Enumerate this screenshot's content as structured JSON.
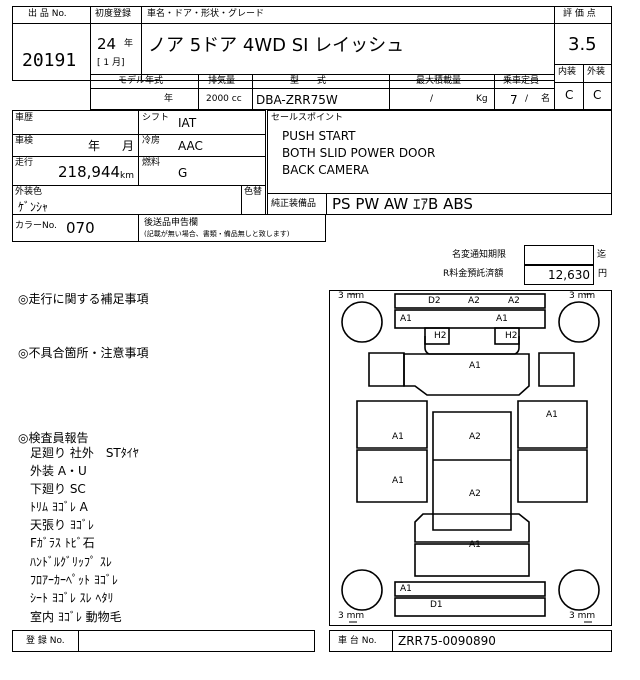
{
  "header": {
    "lot_label": "出 品 No.",
    "lot_number": "20191",
    "reg_label": "初度登録",
    "reg_year": "24",
    "reg_year_unit": "年",
    "reg_month": "[ 1 月]",
    "name_label": "車名・ドア・形状・グレード",
    "car_name": "ノア 5ドア 4WD SI レイッシュ",
    "score_label": "評 価 点",
    "score": "3.5",
    "interior_label": "内装",
    "exterior_label": "外装",
    "interior_grade": "C",
    "exterior_grade": "C"
  },
  "specs": {
    "model_year_label": "モデル年式",
    "model_year_unit": "年",
    "displacement_label": "排気量",
    "displacement": "2000 cc",
    "type_label": "型　　式",
    "type_value": "DBA-ZRR75W",
    "load_label": "最大積載量",
    "load_value": "/",
    "load_unit": "Kg",
    "capacity_label": "乗車定員",
    "capacity_value": "7",
    "capacity_sep": "/",
    "capacity_unit": "名"
  },
  "details": {
    "history_label": "車歴",
    "shift_label": "シフト",
    "shift_value": "IAT",
    "inspection_label": "車検",
    "inspection_year_unit": "年",
    "inspection_month_unit": "月",
    "ac_label": "冷房",
    "ac_value": "AAC",
    "mileage_label": "走行",
    "mileage_value": "218,944",
    "mileage_unit": "km",
    "fuel_label": "燃料",
    "fuel_value": "G",
    "color_label": "外装色",
    "color_value": "ｹﾞﾝｼｬ",
    "color_change_label": "色替",
    "color_no_label": "カラーNo.",
    "color_no_value": "070",
    "docs_label": "後送品申告欄",
    "docs_note": "(記載が無い場合、書類・備品無しと致します)"
  },
  "sales_points": {
    "label": "セールスポイント",
    "lines": [
      "PUSH START",
      "BOTH SLID POWER DOOR",
      "BACK CAMERA"
    ]
  },
  "equipment": {
    "label": "純正装備品",
    "value": "PS PW AW ｴｱB ABS"
  },
  "fees": {
    "name_change_label": "名変通知期限",
    "name_change_unit": "迄",
    "recycle_label": "R料金預託済額",
    "recycle_value": "12,630",
    "recycle_unit": "円"
  },
  "notes": {
    "driving_label": "◎走行に関する補足事項",
    "defects_label": "◎不具合箇所・注意事項",
    "inspector_label": "◎検査員報告",
    "inspector_lines": [
      "足廻り 社外　STﾀｲﾔ",
      "外装 A・U",
      "下廻り SC",
      "ﾄﾘﾑ ﾖｺﾞﾚ A",
      "天張り ﾖｺﾞﾚ",
      "Fｶﾞﾗｽ ﾄﾋﾞ石",
      "ﾊﾝﾄﾞﾙｸﾞﾘｯﾌﾟ ｽﾚ",
      "ﾌﾛｱｰｶｰﾍﾟｯﾄ ﾖｺﾞﾚ",
      "ｼｰﾄ ﾖｺﾞﾚ ｽﾚ ﾍﾀﾘ",
      "室内 ﾖｺﾞﾚ 動物毛"
    ]
  },
  "diagram": {
    "tread_label": "3 mm",
    "damage_marks": {
      "front_bumper_left": "D2",
      "front_bumper_mid": "A2",
      "front_bumper_right": "A2",
      "front_lip_left": "A1",
      "front_lip_mid": "A1",
      "headlight_left": "H2",
      "headlight_right": "H2",
      "hood": "A1",
      "fender_right": "A1",
      "front_door_left": "A1",
      "roof_front": "A2",
      "rear_door_left": "A1",
      "roof_rear": "A2",
      "back_door": "A1",
      "rear_lip": "A1",
      "rear_bumper": "D1"
    }
  },
  "footer": {
    "registration_label": "登 録 No.",
    "chassis_label": "車 台 No.",
    "chassis_value": "ZRR75-0090890"
  }
}
